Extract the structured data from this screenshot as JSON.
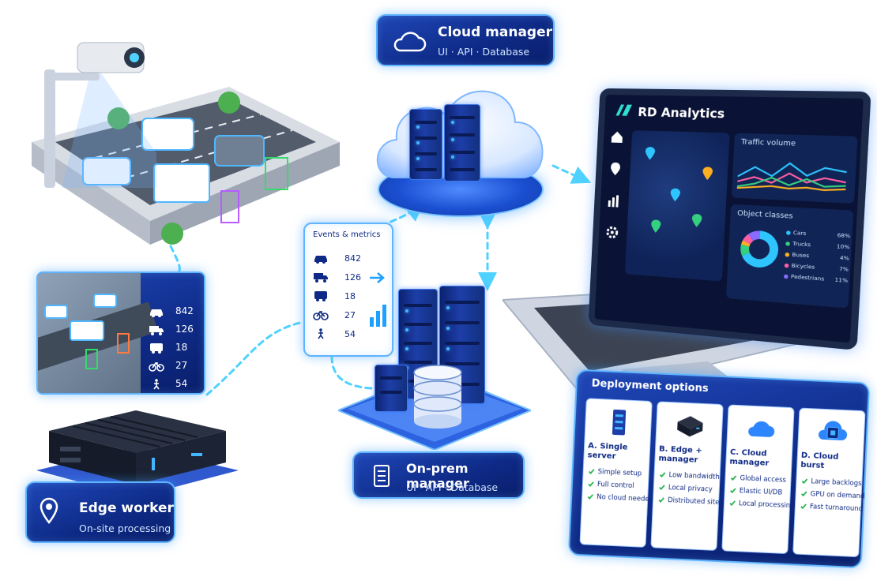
{
  "cloud_manager": {
    "title": "Cloud manager",
    "subtitle": "UI · API · Database"
  },
  "onprem_manager": {
    "title": "On-prem manager",
    "subtitle": "UI · API · Database"
  },
  "edge_worker": {
    "title": "Edge worker",
    "subtitle": "On-site processing"
  },
  "edge_screen": {
    "stats": [
      {
        "icon": "car-icon",
        "value": "842"
      },
      {
        "icon": "truck-icon",
        "value": "126"
      },
      {
        "icon": "bus-icon",
        "value": "18"
      },
      {
        "icon": "bicycle-icon",
        "value": "27"
      },
      {
        "icon": "pedestrian-icon",
        "value": "54"
      }
    ]
  },
  "events_metrics": {
    "title": "Events & metrics",
    "stats": [
      {
        "icon": "car-icon",
        "value": "842"
      },
      {
        "icon": "truck-icon",
        "value": "126"
      },
      {
        "icon": "bus-icon",
        "value": "18"
      },
      {
        "icon": "bicycle-icon",
        "value": "27"
      },
      {
        "icon": "pedestrian-icon",
        "value": "54"
      }
    ]
  },
  "analytics": {
    "app_title": "RD Analytics",
    "nav_icons": [
      "home-icon",
      "location-icon",
      "bar-chart-icon",
      "gear-icon"
    ],
    "traffic_volume_label": "Traffic volume",
    "object_classes_label": "Object classes",
    "object_classes": [
      {
        "name": "Cars",
        "percent": "68%",
        "color": "#2ec5ff"
      },
      {
        "name": "Trucks",
        "percent": "10%",
        "color": "#35d07f"
      },
      {
        "name": "Buses",
        "percent": "4%",
        "color": "#ffb020"
      },
      {
        "name": "Bicycles",
        "percent": "7%",
        "color": "#ff5fa2"
      },
      {
        "name": "Pedestrians",
        "percent": "11%",
        "color": "#8a6bff"
      }
    ]
  },
  "deployment": {
    "title": "Deployment options",
    "options": [
      {
        "name": "A. Single server",
        "image": "server-icon",
        "features": [
          "Simple setup",
          "Full control",
          "No cloud needed"
        ]
      },
      {
        "name": "B. Edge + manager",
        "image": "edge-box-icon",
        "features": [
          "Low bandwidth",
          "Local privacy",
          "Distributed sites"
        ]
      },
      {
        "name": "C. Cloud manager",
        "image": "cloud-icon",
        "features": [
          "Global access",
          "Elastic UI/DB",
          "Local processing"
        ]
      },
      {
        "name": "D. Cloud burst",
        "image": "cloud-gpu-icon",
        "features": [
          "Large backlogs",
          "GPU on demand",
          "Fast turnaround"
        ]
      }
    ]
  },
  "colors": {
    "panel": "#12308f",
    "accent": "#43b6ff",
    "check": "#22b14c",
    "connector": "#4fd2ff"
  }
}
